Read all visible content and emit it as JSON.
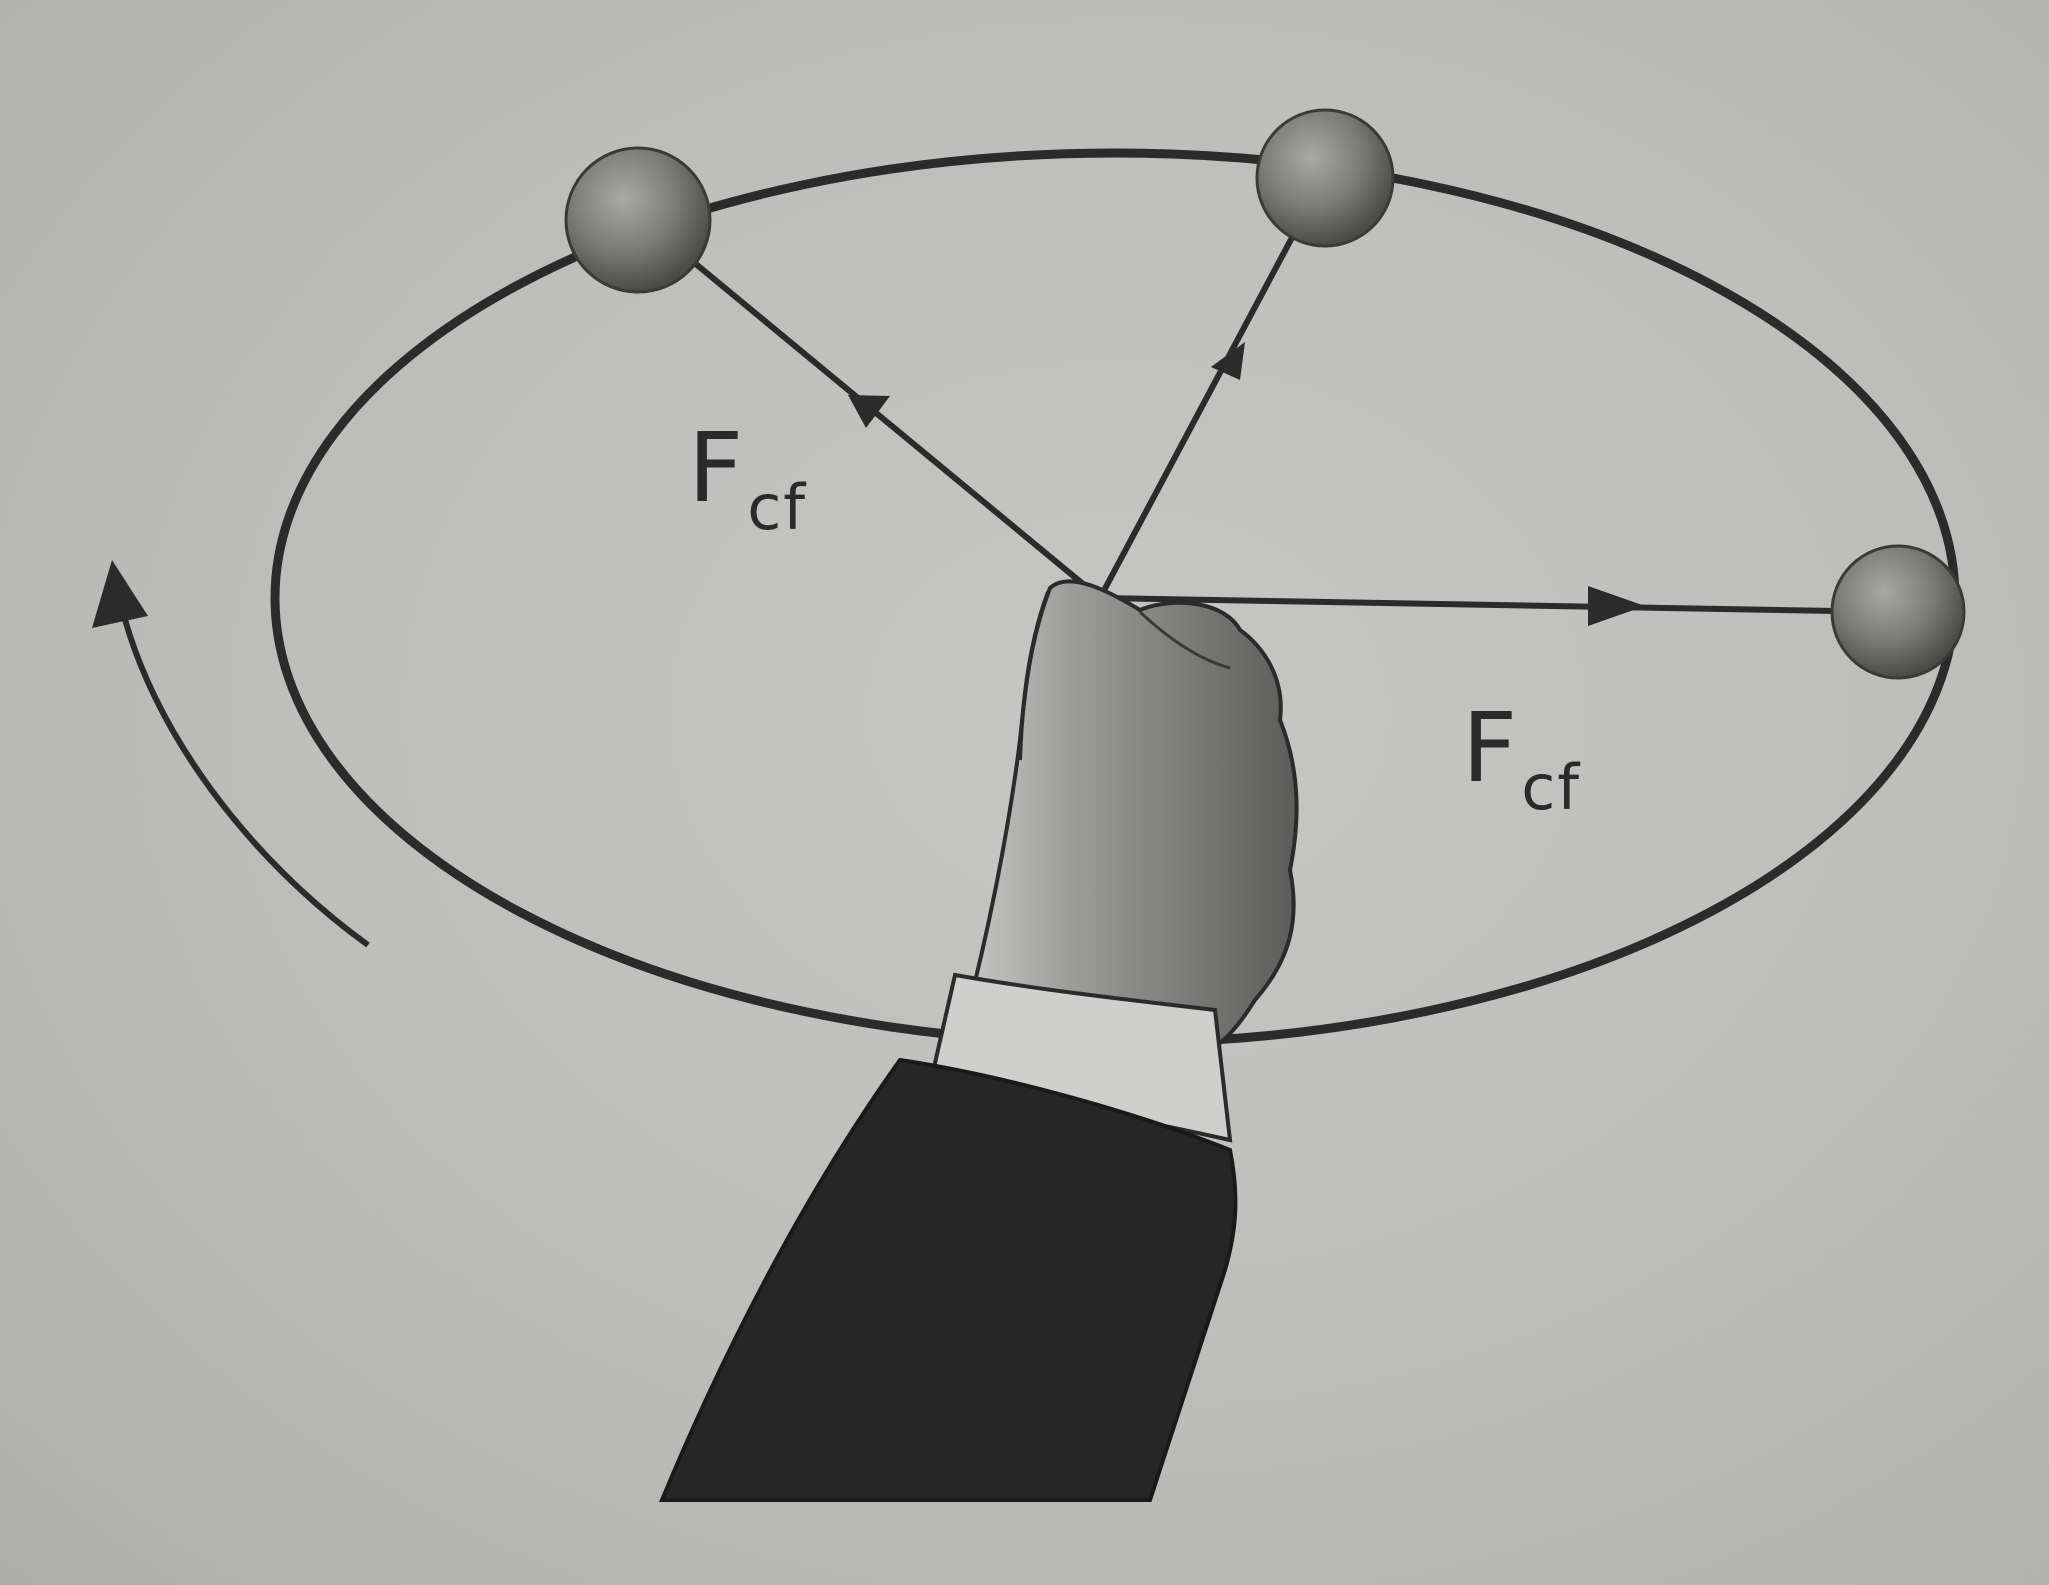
{
  "labels": {
    "force_left": {
      "main": "F",
      "sub": "cf"
    },
    "force_right": {
      "main": "F",
      "sub": "cf"
    }
  },
  "colors": {
    "background": "#bdbdbb",
    "ink": "#2b2b2b",
    "ball": "#7a7a7a",
    "sleeve": "#262626"
  }
}
